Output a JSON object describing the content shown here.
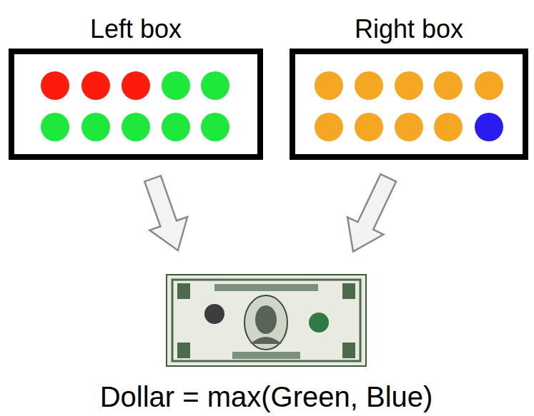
{
  "diagram": {
    "nodes": [
      {
        "text": [
          "Left box"
        ]
      },
      {
        "text": [
          "Right box"
        ]
      },
      {
        "text": [
          "Dollar = max(Green, Blue)"
        ]
      }
    ],
    "edges": [
      {
        "from": 0,
        "to": 2,
        "arrow": "to"
      },
      {
        "from": 1,
        "to": 2,
        "arrow": "to"
      }
    ]
  }
}
